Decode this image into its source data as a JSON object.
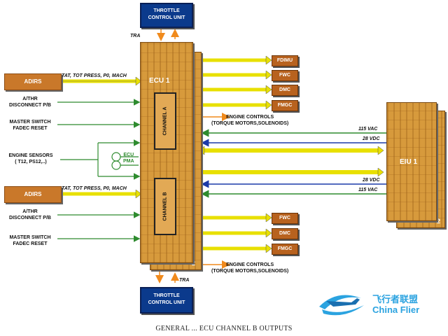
{
  "top_unit": {
    "line1": "THROTTLE",
    "line2": "CONTROL UNIT"
  },
  "bottom_unit": {
    "line1": "THROTTLE",
    "line2": "CONTROL UNIT"
  },
  "tra_top": "TRA",
  "tra_bottom": "TRA",
  "ecu": {
    "title": "ECU 1",
    "number": "2",
    "channel_a": "CHANNEL A",
    "channel_b": "CHANNEL B",
    "pma": "ECU\nPMA"
  },
  "eiu": {
    "title": "EIU 1",
    "number": "2"
  },
  "inputs_top": {
    "adirs": "ADIRS",
    "adirs_signal": "TAT, TOT PRESS, P0, MACH",
    "athr": "A/THR\nDISCONNECT P/B",
    "master": "MASTER SWITCH\nFADEC RESET"
  },
  "engine_sensors": "ENGINE SENSORS\n( T12, PS12,..)",
  "inputs_bottom": {
    "adirs": "ADIRS",
    "adirs_signal": "TAT, TOT PRESS, P0, MACH",
    "athr": "A/THR\nDISCONNECT P/B",
    "master": "MASTER SWITCH\nFADEC RESET"
  },
  "outputs_top": [
    "FDIMU",
    "FWC",
    "DMC",
    "FMGC"
  ],
  "outputs_bottom": [
    "FWC",
    "DMC",
    "FMGC"
  ],
  "engine_controls_top": "ENGINE CONTROLS\n(TORQUE MOTORS,SOLENOIDS)",
  "engine_controls_bottom": "ENGINE CONTROLS\n(TORQUE MOTORS,SOLENOIDS)",
  "eiu_links": {
    "v115_top": "115 VAC",
    "vdc28_top": "28 VDC",
    "vdc28_bottom": "28 VDC",
    "v115_bottom": "115 VAC"
  },
  "caption": "GENERAL ... ECU CHANNEL B OUTPUTS",
  "watermark": "飞行者联盟\nChina Flier"
}
